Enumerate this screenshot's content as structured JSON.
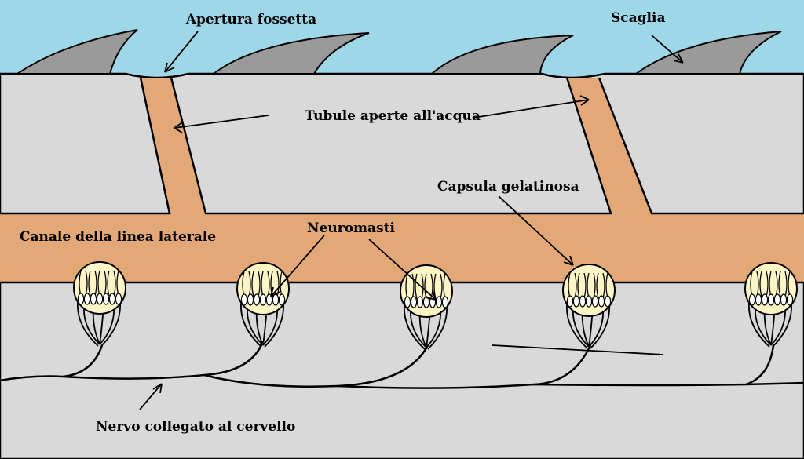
{
  "labels": {
    "pit_opening": "Apertura fossetta",
    "scale": "Scaglia",
    "tubules": "Tubule aperte all'acqua",
    "cupula": "Capsula gelatinosa",
    "neuromasts": "Neuromasti",
    "canal": "Canale della linea laterale",
    "nerve": "Nervo collegato al cervello"
  },
  "colors": {
    "water": "#9ed8e8",
    "skin": "#d9d9d9",
    "scale": "#9a9a9a",
    "canal": "#e3a878",
    "cupula": "#fdf5c6",
    "outline": "#000000"
  }
}
